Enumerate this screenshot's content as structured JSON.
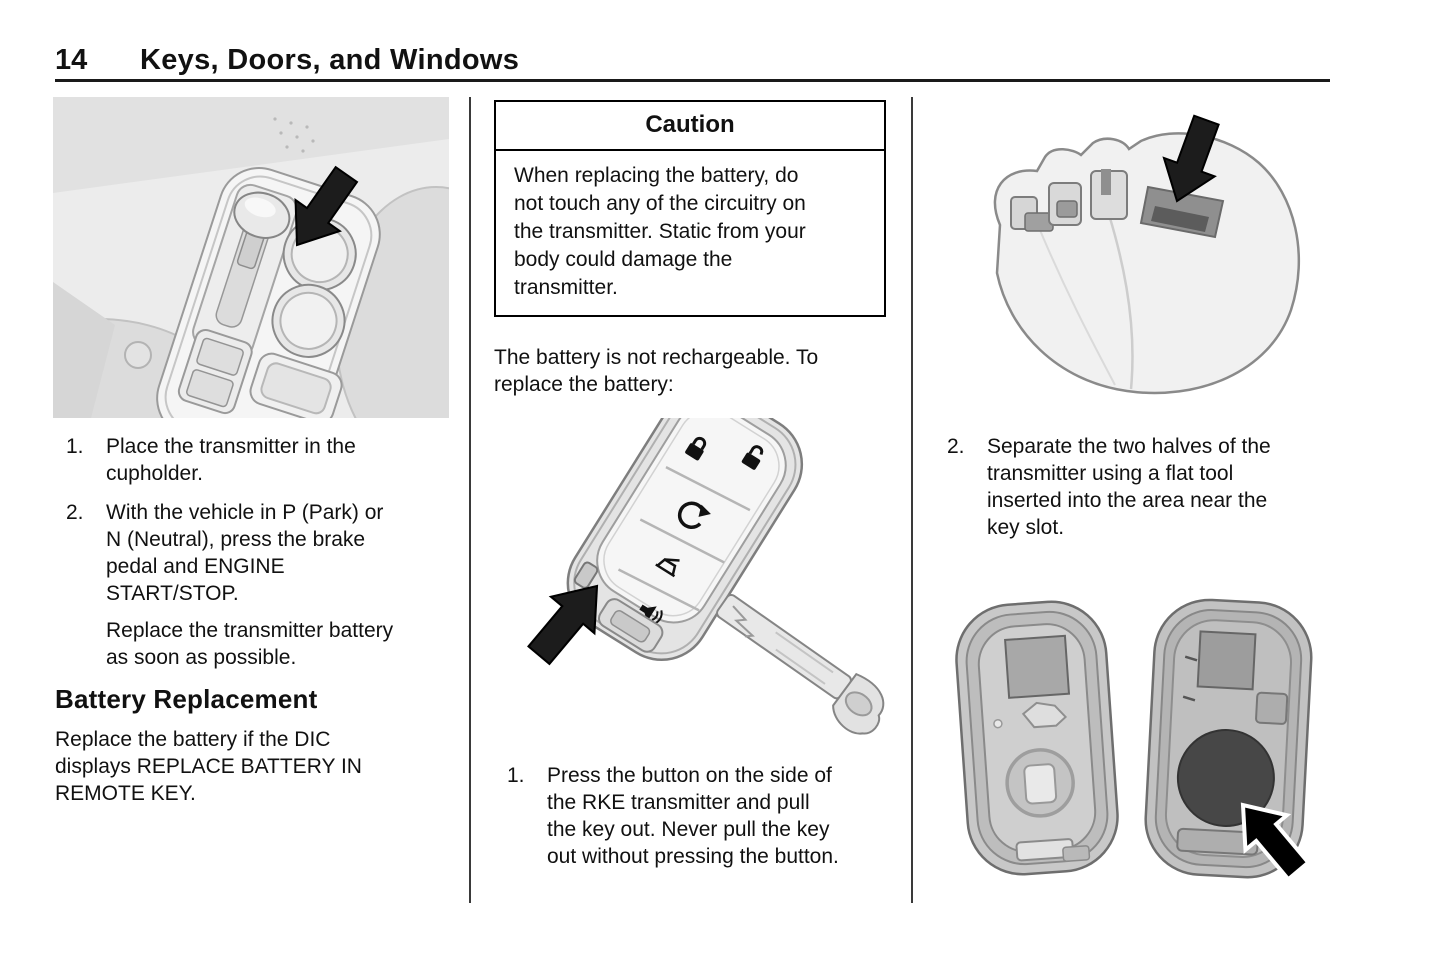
{
  "page": {
    "number": "14",
    "title": "Keys, Doors, and Windows"
  },
  "left": {
    "steps": [
      {
        "num": "1.",
        "text": "Place the transmitter in the\ncupholder."
      },
      {
        "num": "2.",
        "text": "With the vehicle in P (Park) or\nN (Neutral), press the brake\npedal and ENGINE\nSTART/STOP."
      }
    ],
    "note": "Replace the transmitter battery\nas soon as possible.",
    "heading": "Battery Replacement",
    "body": "Replace the battery if the DIC\ndisplays REPLACE BATTERY IN\nREMOTE KEY."
  },
  "middle": {
    "caution_title": "Caution",
    "caution_body": "When replacing the battery, do\nnot touch any of the circuitry on\nthe transmitter. Static from your\nbody could damage the\ntransmitter.",
    "intro": "The battery is not rechargeable. To\nreplace the battery:",
    "steps": [
      {
        "num": "1.",
        "text": "Press the button on the side of\nthe RKE transmitter and pull\nthe key out. Never pull the key\nout without pressing the button."
      }
    ]
  },
  "right": {
    "steps": [
      {
        "num": "2.",
        "text": "Separate the two halves of the\ntransmitter using a flat tool\ninserted into the area near the\nkey slot."
      }
    ]
  },
  "icons": {
    "fob_buttons": [
      "lock-icon",
      "unlock-icon",
      "remote-start-icon",
      "trunk-release-icon",
      "panic-icon"
    ],
    "arrows": [
      "cupholder-arrow-icon",
      "side-button-arrow-icon",
      "key-slot-arrow-icon",
      "battery-arrow-icon"
    ]
  },
  "colors": {
    "text": "#111111",
    "rule": "#1a1a1a",
    "divider": "#3a3a3a",
    "illustration_bg": "#ececec",
    "battery": "#474747"
  }
}
